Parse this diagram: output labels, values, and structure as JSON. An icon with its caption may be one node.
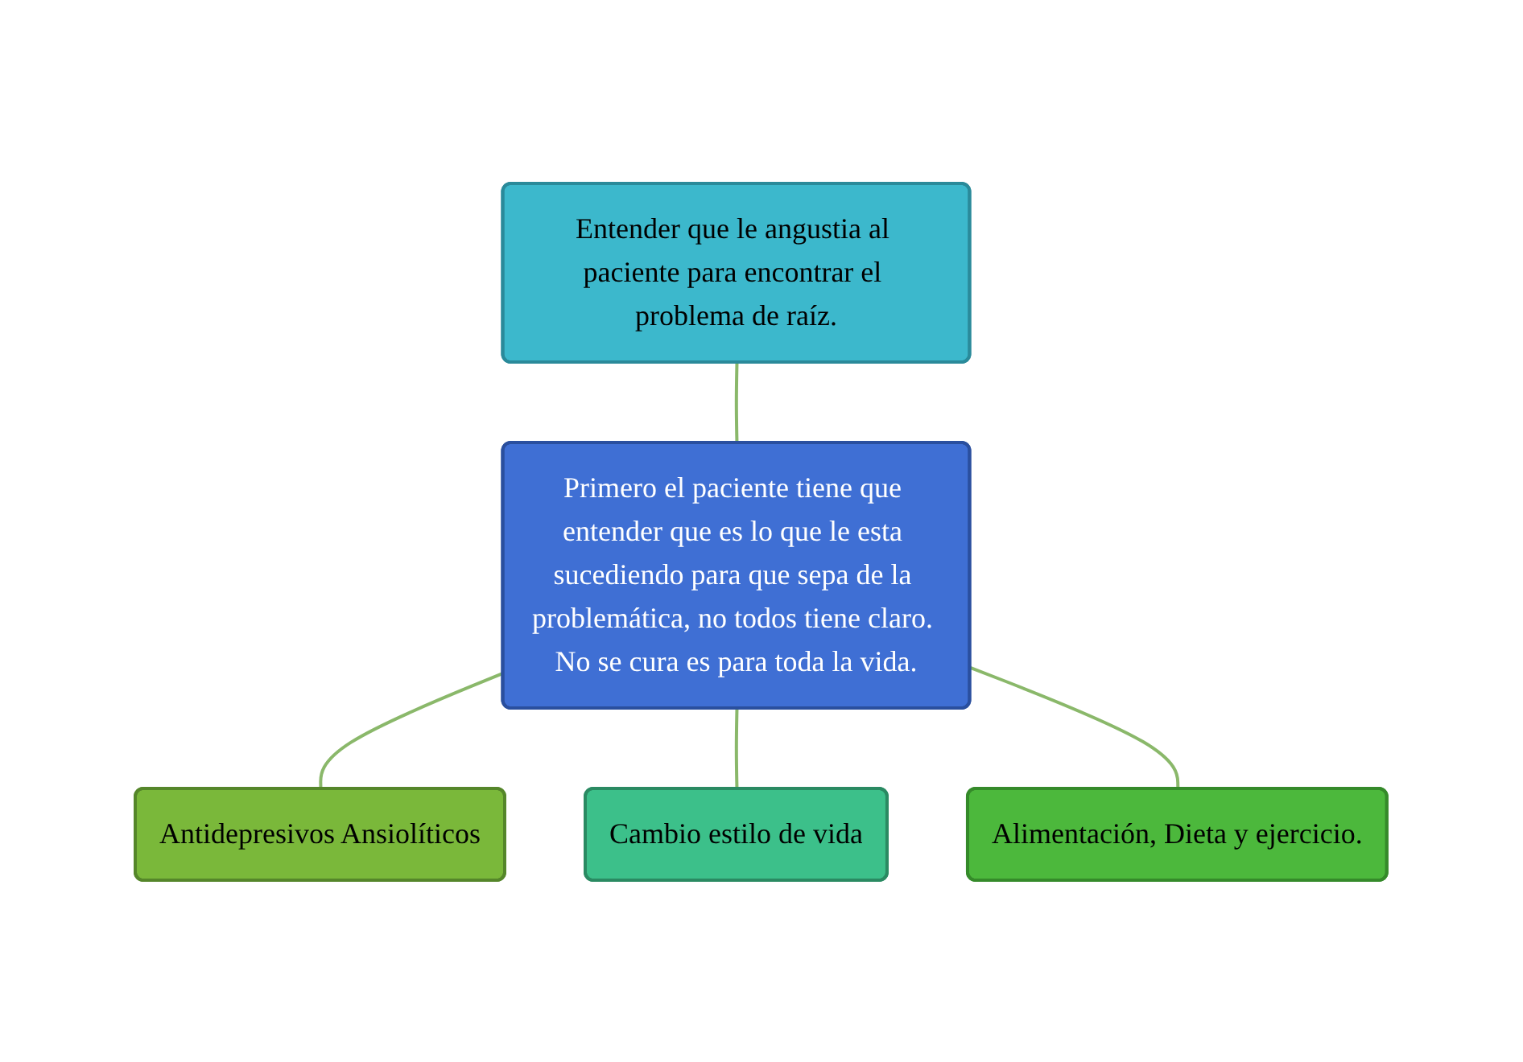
{
  "diagram": {
    "nodes": [
      {
        "text": [
          "Primero el paciente tiene que entender que es lo que le esta sucediendo para que sepa de la problemática, no todos tiene claro. No se cura es para toda la vida."
        ]
      },
      {
        "text": [
          "Entender que le angustia al paciente para encontrar el problema de raíz."
        ]
      },
      {
        "text": [
          "Antidepresivos Ansiolíticos"
        ]
      },
      {
        "text": [
          "Cambio estilo de vida"
        ]
      },
      {
        "text": [
          "Alimentación, Dieta y ejercicio."
        ]
      }
    ],
    "edges": [
      {
        "from": 1,
        "to": 0,
        "arrow": "none"
      },
      {
        "from": 0,
        "to": 2,
        "arrow": "none"
      },
      {
        "from": 0,
        "to": 3,
        "arrow": "none"
      },
      {
        "from": 0,
        "to": 4,
        "arrow": "none"
      }
    ]
  }
}
